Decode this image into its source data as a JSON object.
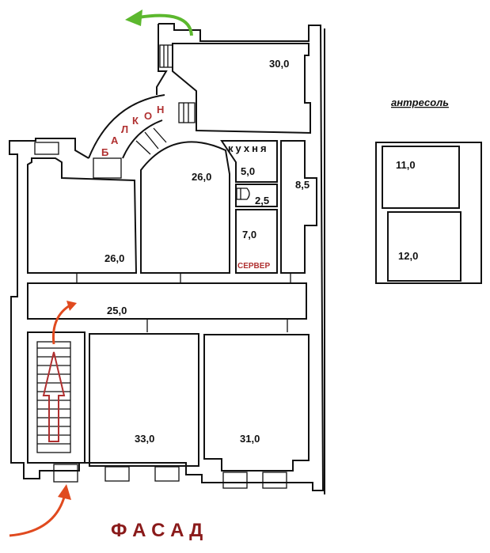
{
  "rooms": {
    "top_room": "30,0",
    "left_room": "26,0",
    "arch_room": "26,0",
    "kitchen_title": "кухня",
    "kitchen": "5,0",
    "toilet": "2,5",
    "side_room": "8,5",
    "server_area": "7,0",
    "server_label": "СЕРВЕР",
    "corridor": "25,0",
    "front_left": "33,0",
    "front_right": "31,0"
  },
  "mezzanine": {
    "title": "антресоль",
    "upper": "11,0",
    "lower": "12,0"
  },
  "balcony_letters": [
    "Б",
    "А",
    "Л",
    "К",
    "О",
    "Н"
  ],
  "facade": "Ф А С А Д",
  "colors": {
    "red": "#b03030",
    "arrow_red": "#e04a1f",
    "arrow_green": "#5cb82e"
  }
}
